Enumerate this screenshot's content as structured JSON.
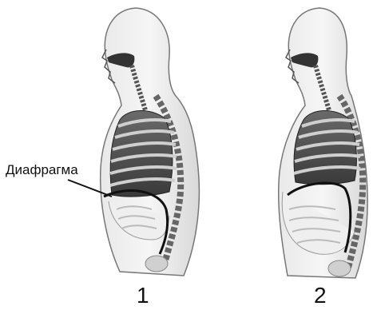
{
  "annotation": {
    "diaphragm_label": "Диафрагма"
  },
  "figures": [
    {
      "label": "1"
    },
    {
      "label": "2"
    }
  ]
}
